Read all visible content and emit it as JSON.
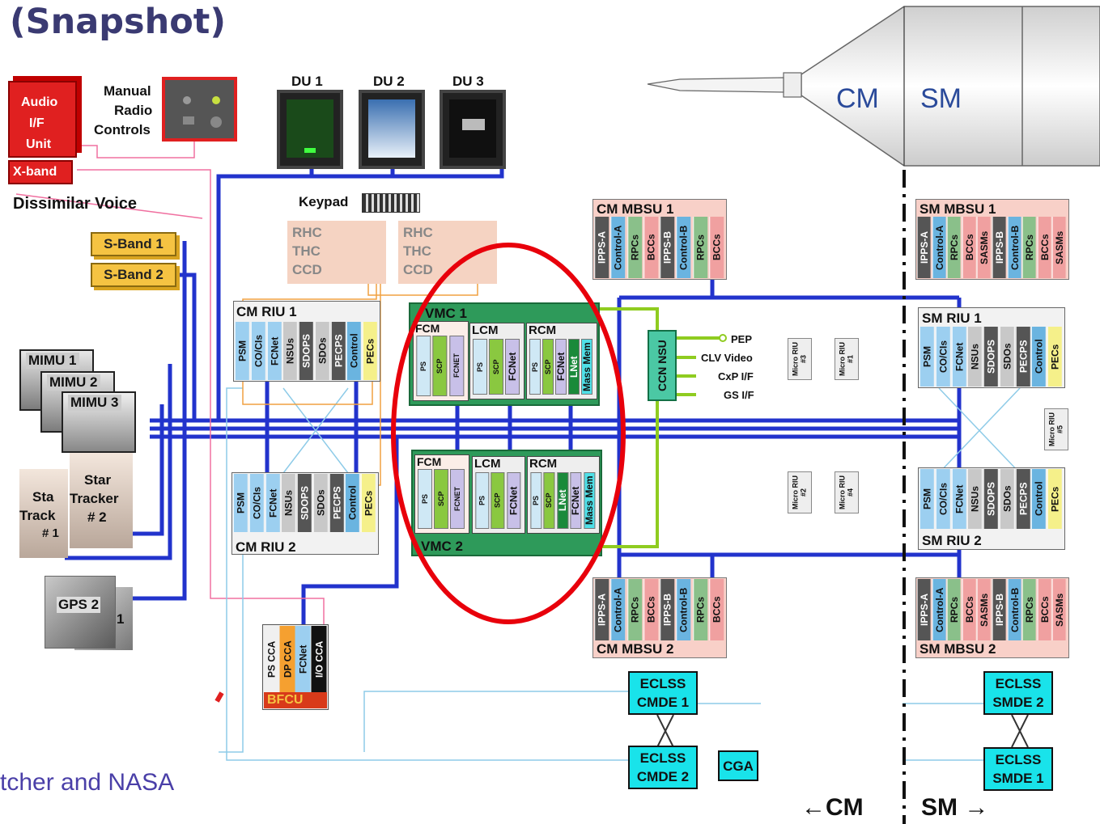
{
  "title": "(Snapshot)",
  "credit": "tcher and NASA",
  "spacecraft": {
    "cm": "CM",
    "sm": "SM"
  },
  "footer": {
    "left": "←CM",
    "right": "SM →"
  },
  "top_left": {
    "audio_unit": [
      "Audio",
      "I/F",
      "Unit"
    ],
    "xband": "X-band",
    "manual_radio": [
      "Manual",
      "Radio",
      "Controls"
    ],
    "dissimilar_voice": "Dissimilar Voice"
  },
  "display_units": [
    "DU 1",
    "DU 2",
    "DU 3"
  ],
  "keypad": "Keypad",
  "hand_controllers": [
    [
      "RHC",
      "THC",
      "CCD"
    ],
    [
      "RHC",
      "THC",
      "CCD"
    ]
  ],
  "sband": [
    "S-Band 1",
    "S-Band 2"
  ],
  "mimu": [
    "MIMU 1",
    "MIMU 2",
    "MIMU 3"
  ],
  "star_trackers": {
    "t1": [
      "Sta",
      "Track",
      "# 1"
    ],
    "t2": [
      "Star",
      "Tracker",
      "# 2"
    ]
  },
  "gps": {
    "label": "GPS 2",
    "num": "1"
  },
  "riu_slots": [
    "PSM",
    "CO/CIs",
    "FCNet",
    "NSUs",
    "SDOPS",
    "SDOs",
    "PECPS",
    "Control",
    "PECs"
  ],
  "riu_slots_bottom": [
    "PSM",
    "CO/CIs",
    "FCNet",
    "NSUs",
    "SDOPS",
    "SDOs",
    "PECPS",
    "Control",
    "PECs"
  ],
  "cm_riu1": {
    "title": "CM RIU 1",
    "slots": [
      "PSM",
      "CO/CIs",
      "FCNet",
      "NSUs",
      "SDOPS",
      "SDOs",
      "PECPS",
      "Control",
      "PECs"
    ]
  },
  "cm_riu2": {
    "title": "CM RIU 2"
  },
  "sm_riu1": {
    "title": "SM RIU 1"
  },
  "sm_riu2": {
    "title": "SM RIU 2"
  },
  "vmc1": {
    "title": "VMC 1",
    "fcm": {
      "title": "FCM",
      "slots": [
        "PS",
        "SCP",
        "FCNET"
      ]
    },
    "lcm": {
      "title": "LCM",
      "slots": [
        "PS",
        "SCP",
        "FCNet"
      ]
    },
    "rcm": {
      "title": "RCM",
      "slots": [
        "PS",
        "SCP",
        "FCNet",
        "LNet",
        "Mass Mem"
      ]
    }
  },
  "vmc2": {
    "title": "VMC 2",
    "fcm": {
      "title": "FCM",
      "slots": [
        "PS",
        "SCP",
        "FCNET"
      ]
    },
    "lcm": {
      "title": "LCM",
      "slots": [
        "PS",
        "SCP",
        "FCNet"
      ]
    },
    "rcm": {
      "title": "RCM",
      "slots": [
        "PS",
        "SCP",
        "LNet",
        "FCNet",
        "Mass Mem"
      ]
    }
  },
  "ccn_nsu": {
    "label": "CCN NSU",
    "ports": [
      "PEP",
      "CLV Video",
      "CxP I/F",
      "GS I/F"
    ]
  },
  "micro_rius": [
    "Micro RIU #3",
    "Micro RIU #1",
    "Micro RIU #2",
    "Micro RIU #4",
    "Micro RIU #5"
  ],
  "cm_mbsu1": {
    "title": "CM MBSU 1",
    "slots": [
      "IPPS-A",
      "Control-A",
      "RPCs",
      "BCCs",
      "IPPS-B",
      "Control-B",
      "RPCs",
      "BCCs"
    ]
  },
  "cm_mbsu2": {
    "title": "CM MBSU 2",
    "slots": [
      "IPPS-A",
      "Control-A",
      "RPCs",
      "BCCs",
      "IPPS-B",
      "Control-B",
      "RPCs",
      "BCCs"
    ]
  },
  "sm_mbsu1": {
    "title": "SM MBSU 1",
    "slots": [
      "IPPS-A",
      "Control-A",
      "RPCs",
      "BCCs",
      "SASMs",
      "IPPS-B",
      "Control-B",
      "RPCs",
      "BCCs",
      "SASMs"
    ]
  },
  "sm_mbsu2": {
    "title": "SM MBSU 2",
    "slots": [
      "IPPS-A",
      "Control-A",
      "RPCs",
      "BCCs",
      "SASMs",
      "IPPS-B",
      "Control-B",
      "RPCs",
      "BCCs",
      "SASMs"
    ]
  },
  "bfcu": {
    "label": "BFCU",
    "slots": [
      "PS CCA",
      "DP CCA",
      "FCNet",
      "I/O CCA"
    ]
  },
  "eclss": {
    "cmde1": [
      "ECLSS",
      "CMDE 1"
    ],
    "cmde2": [
      "ECLSS",
      "CMDE 2"
    ],
    "smde2": [
      "ECLSS",
      "SMDE 2"
    ],
    "smde1": [
      "ECLSS",
      "SMDE 1"
    ]
  },
  "cga": "CGA",
  "colors": {
    "bus_blue": "#2233cc",
    "highlight_red": "#e8000b",
    "vmc_green": "#2e9a5a",
    "eclss_cyan": "#19e3ea",
    "sband_orange": "#f5c342"
  }
}
